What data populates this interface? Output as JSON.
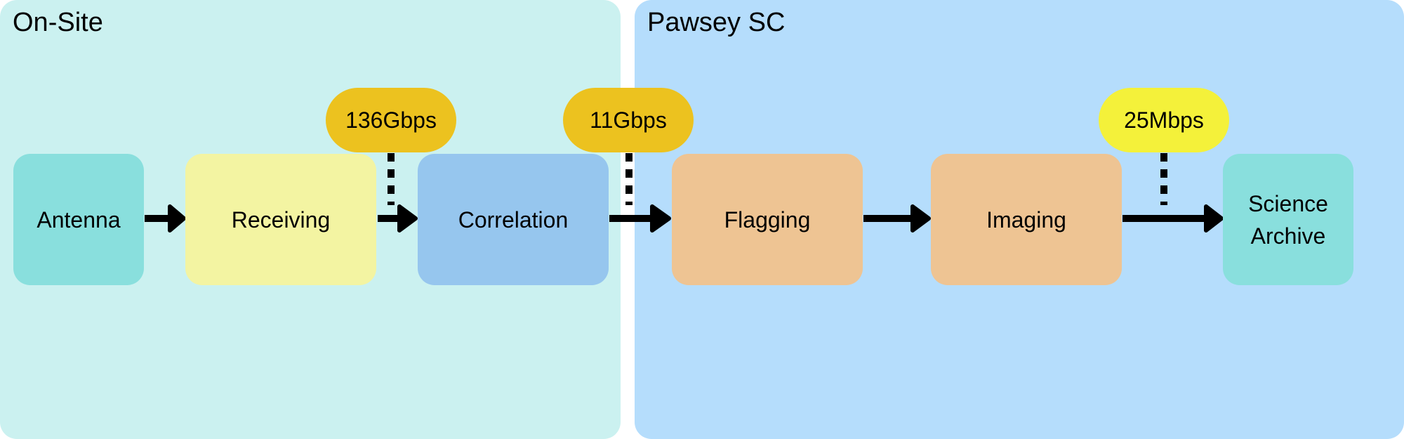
{
  "regions": {
    "onsite": {
      "title": "On-Site",
      "color": "#cbf1f0"
    },
    "pawsey": {
      "title": "Pawsey SC",
      "color": "#b5ddfc"
    }
  },
  "stages": [
    {
      "id": "antenna",
      "label": "Antenna",
      "color": "#89dfdd"
    },
    {
      "id": "receiving",
      "label": "Receiving",
      "color": "#f3f4a2"
    },
    {
      "id": "correlation",
      "label": "Correlation",
      "color": "#96c6ee"
    },
    {
      "id": "flagging",
      "label": "Flagging",
      "color": "#eec493"
    },
    {
      "id": "imaging",
      "label": "Imaging",
      "color": "#eec493"
    },
    {
      "id": "science-archive",
      "label": "Science\nArchive",
      "color": "#89dfdd"
    }
  ],
  "data_rates": [
    {
      "label": "136Gbps",
      "color": "#ecc21f"
    },
    {
      "label": "11Gbps",
      "color": "#ecc21f"
    },
    {
      "label": "25Mbps",
      "color": "#f4f13a"
    }
  ]
}
